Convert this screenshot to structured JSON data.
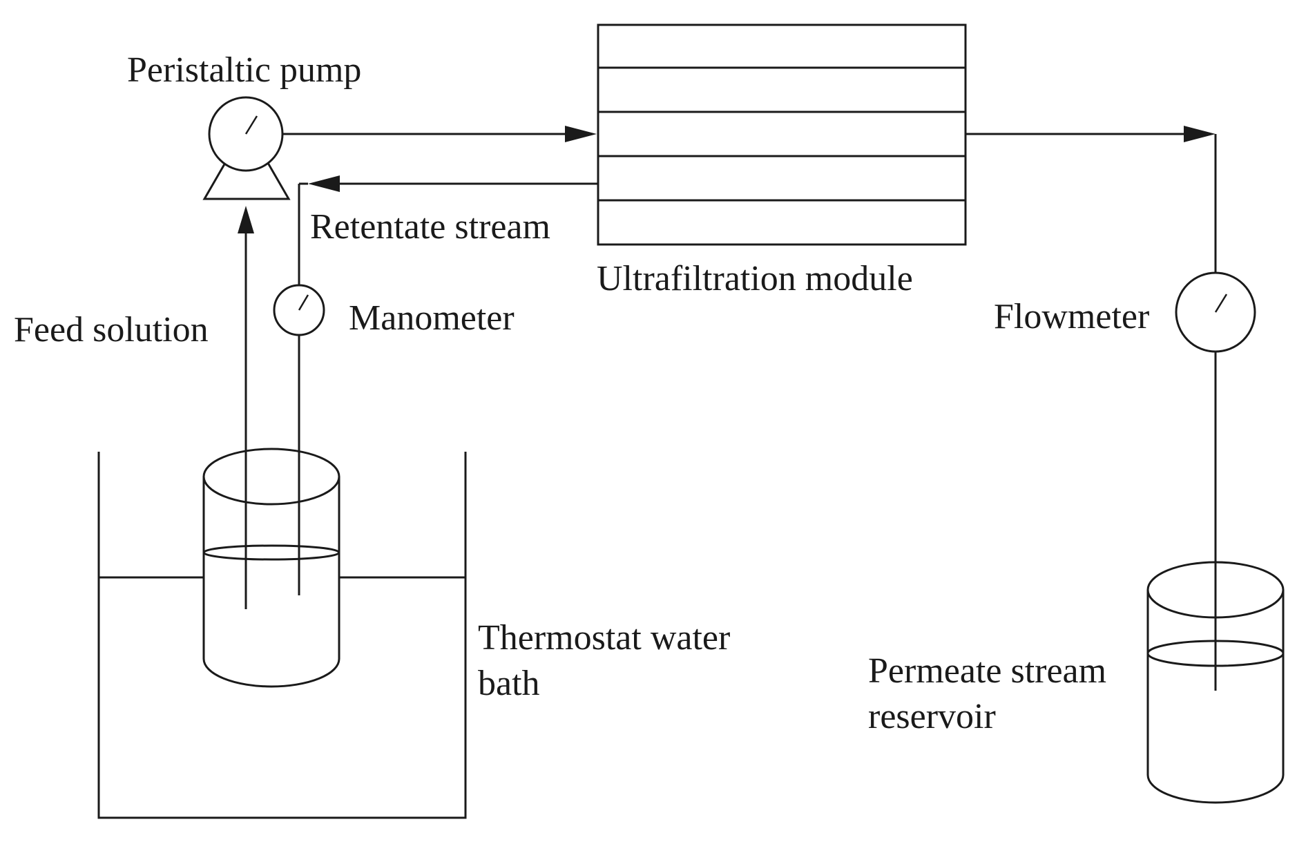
{
  "labels": {
    "peristaltic_pump": "Peristaltic pump",
    "retentate_stream": "Retentate stream",
    "ultrafiltration_module": "Ultrafiltration module",
    "feed_solution": "Feed solution",
    "manometer": "Manometer",
    "flowmeter": "Flowmeter",
    "thermostat_line1": "Thermostat water",
    "thermostat_line2": "bath",
    "permeate_line1": "Permeate stream",
    "permeate_line2": "reservoir"
  }
}
